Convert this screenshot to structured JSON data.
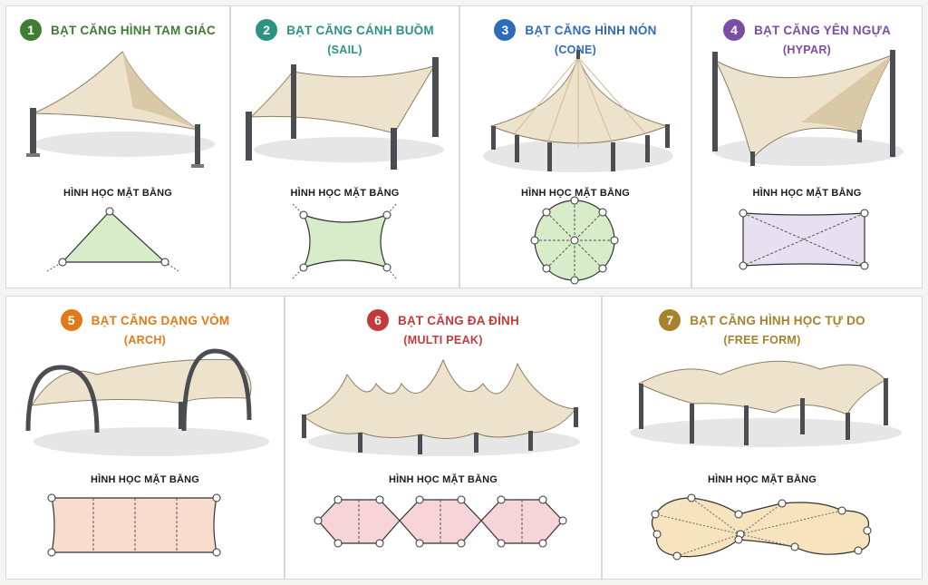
{
  "panels": [
    {
      "number": "1",
      "title": "BẠT CĂNG HÌNH TAM GIÁC",
      "subtitle": "",
      "plan_label": "HÌNH HỌC MẶT BẰNG",
      "color": "#3f7d34"
    },
    {
      "number": "2",
      "title": "BẠT CĂNG CÁNH BUỒM",
      "subtitle": "(SAIL)",
      "plan_label": "HÌNH HỌC MẶT BẰNG",
      "color": "#2c9383"
    },
    {
      "number": "3",
      "title": "BẠT CĂNG HÌNH NÓN",
      "subtitle": "(CONE)",
      "plan_label": "HÌNH HỌC MẶT BẰNG",
      "color": "#2f6cb8"
    },
    {
      "number": "4",
      "title": "BẠT CĂNG YÊN NGỰA",
      "subtitle": "(HYPAR)",
      "plan_label": "HÌNH HỌC MẶT BẰNG",
      "color": "#7b4ea3"
    },
    {
      "number": "5",
      "title": "BẠT CĂNG DẠNG VÒM",
      "subtitle": "(ARCH)",
      "plan_label": "HÌNH HỌC MẶT BẰNG",
      "color": "#e07a18"
    },
    {
      "number": "6",
      "title": "BẠT CĂNG ĐA ĐỈNH",
      "subtitle": "(MULTI PEAK)",
      "plan_label": "HÌNH HỌC MẶT BẰNG",
      "color": "#c23b3b"
    },
    {
      "number": "7",
      "title": "BẠT CĂNG HÌNH HỌC TỰ DO",
      "subtitle": "(FREE FORM)",
      "plan_label": "HÌNH HỌC MẶT BẰNG",
      "color": "#a7812c"
    }
  ],
  "colors": {
    "fabric": "#ede3cd",
    "fabric_shade": "#d9c9a6",
    "pole": "#4a4d52",
    "plan_green": "#d7ecc9",
    "plan_lavender": "#e7e0f1",
    "plan_peach": "#f9dccd",
    "plan_pink": "#f7d4d8",
    "plan_sand": "#f7e3bd"
  }
}
